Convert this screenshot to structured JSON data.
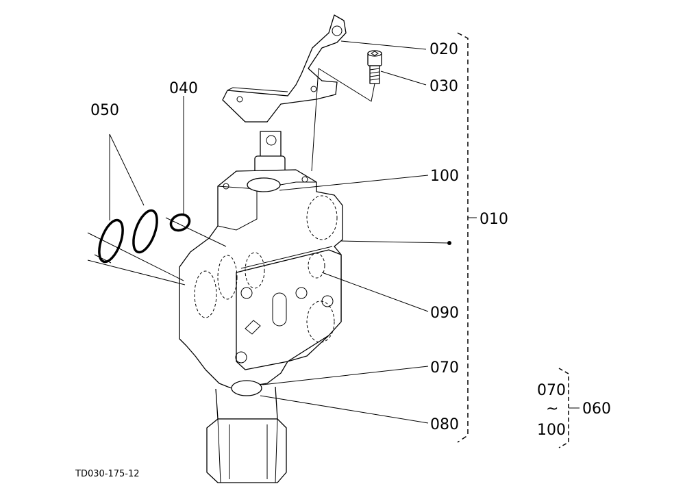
{
  "diagram": {
    "drawing_code": "TD030-175-12",
    "callouts": {
      "p020": "020",
      "p030": "030",
      "p040": "040",
      "p050": "050",
      "p100": "100",
      "p010": "010",
      "p090": "090",
      "p070": "070",
      "p080": "080"
    },
    "group": {
      "from": "070",
      "tilde": "~",
      "to": "100",
      "number": "060"
    }
  }
}
